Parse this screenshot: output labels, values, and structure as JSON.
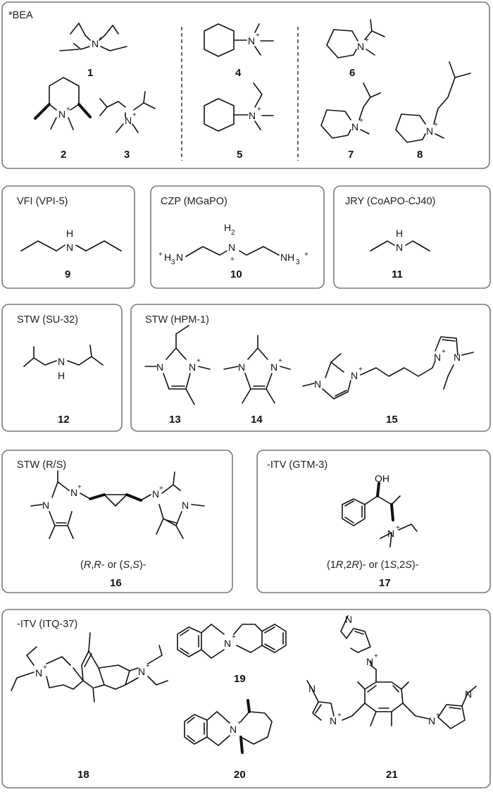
{
  "panels": [
    {
      "title": "*BEA",
      "compounds": [
        "1",
        "2",
        "3",
        "4",
        "5",
        "6",
        "7",
        "8"
      ]
    },
    {
      "title": "VFI (VPI-5)",
      "compounds": [
        "9"
      ]
    },
    {
      "title": "CZP (MGaPO)",
      "compounds": [
        "10"
      ]
    },
    {
      "title": "JRY (CoAPO-CJ40)",
      "compounds": [
        "11"
      ]
    },
    {
      "title": "STW (SU-32)",
      "compounds": [
        "12"
      ]
    },
    {
      "title": "STW (HPM-1)",
      "compounds": [
        "13",
        "14",
        "15"
      ]
    },
    {
      "title": "STW (R/S)",
      "compounds": [
        "16"
      ]
    },
    {
      "title": "-ITV (GTM-3)",
      "compounds": [
        "17"
      ]
    },
    {
      "title": "-ITV (ITQ-37)",
      "compounds": [
        "18",
        "19",
        "20",
        "21"
      ]
    }
  ],
  "stereo": {
    "c16": {
      "r1": "R",
      "sep": "- or (",
      "s1": "S",
      "end": ")-"
    },
    "c17": {
      "p1": "(1",
      "r1": "R",
      "mid": ",2",
      "r2": "R",
      "sep": ")- or (1",
      "s1": "S",
      "mid2": ",2",
      "s2": "S",
      "end": ")-"
    }
  },
  "atoms": {
    "N": "N",
    "H": "H",
    "H2": "H",
    "NH3": "NH",
    "H3N": "H",
    "OH": "OH",
    "plus": "+",
    "two": "2",
    "three": "3"
  }
}
